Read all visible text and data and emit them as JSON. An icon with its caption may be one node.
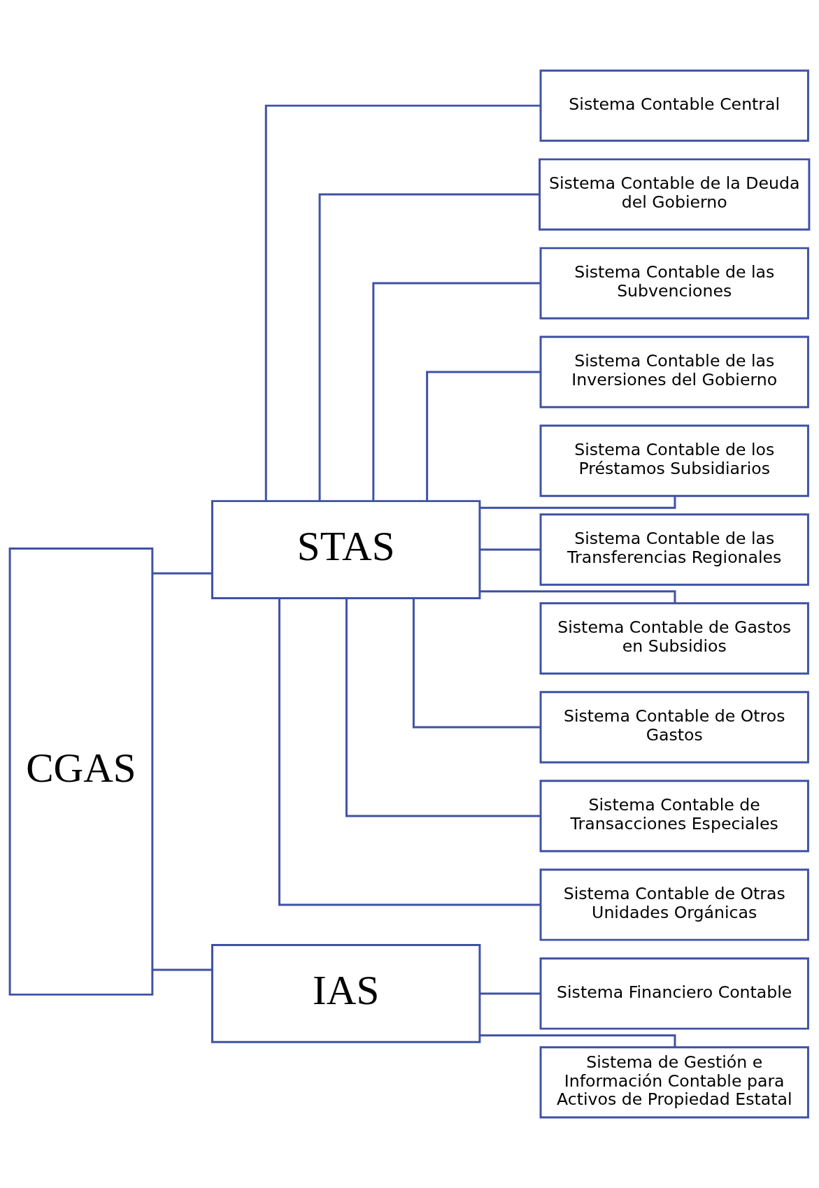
{
  "diagram": {
    "nodes": [
      {
        "text": [
          "CGAS"
        ]
      },
      {
        "text": [
          "STAS"
        ]
      },
      {
        "text": [
          "Sistema Contable Central"
        ]
      },
      {
        "text": [
          "Sistema Contable de la Deuda del Gobierno"
        ]
      },
      {
        "text": [
          "Sistema Contable de las Subvenciones"
        ]
      },
      {
        "text": [
          "Sistema Contable de las Inversiones del Gobierno"
        ]
      },
      {
        "text": [
          "Sistema Contable de los Préstamos Subsidiarios"
        ]
      },
      {
        "text": [
          "Sistema Contable de las Transferencias Regionales"
        ]
      },
      {
        "text": [
          "Sistema Contable de Gastos en Subsidios"
        ]
      },
      {
        "text": [
          "Sistema Contable de Otros Gastos"
        ]
      },
      {
        "text": [
          "Sistema Contable de Transacciones Especiales"
        ]
      },
      {
        "text": [
          "Sistema Contable de Otras Unidades Orgánicas"
        ]
      },
      {
        "text": [
          "IAS"
        ]
      },
      {
        "text": [
          "Sistema Financiero Contable"
        ]
      },
      {
        "text": [
          "Sistema de Gestión e Información Contable para Activos de Propiedad Estatal"
        ]
      }
    ],
    "edges": [
      {
        "from": 0,
        "to": 1,
        "arrow": "none"
      },
      {
        "from": 0,
        "to": 12,
        "arrow": "none"
      },
      {
        "from": 1,
        "to": 2,
        "arrow": "none"
      },
      {
        "from": 1,
        "to": 3,
        "arrow": "none"
      },
      {
        "from": 1,
        "to": 4,
        "arrow": "none"
      },
      {
        "from": 1,
        "to": 5,
        "arrow": "none"
      },
      {
        "from": 1,
        "to": 6,
        "arrow": "none"
      },
      {
        "from": 1,
        "to": 7,
        "arrow": "none"
      },
      {
        "from": 1,
        "to": 8,
        "arrow": "none"
      },
      {
        "from": 1,
        "to": 9,
        "arrow": "none"
      },
      {
        "from": 1,
        "to": 10,
        "arrow": "none"
      },
      {
        "from": 1,
        "to": 11,
        "arrow": "none"
      },
      {
        "from": 12,
        "to": 13,
        "arrow": "none"
      },
      {
        "from": 12,
        "to": 14,
        "arrow": "none"
      }
    ]
  }
}
